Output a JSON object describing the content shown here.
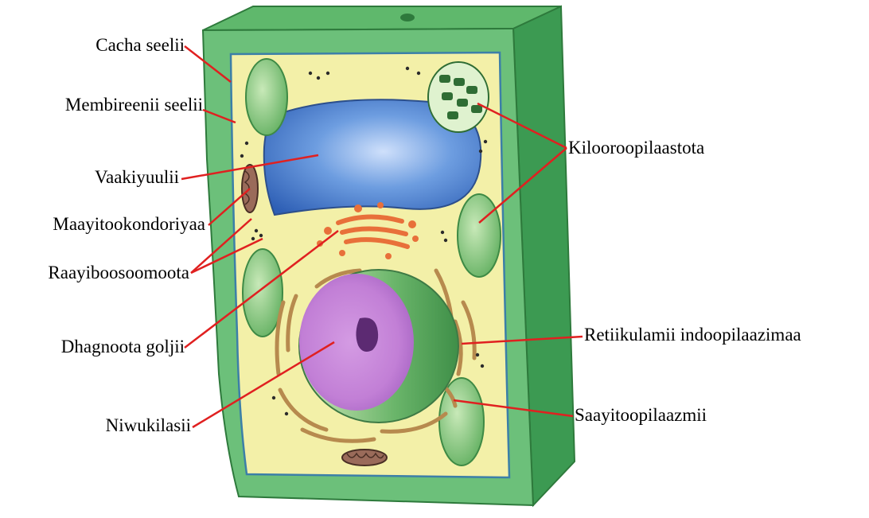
{
  "labels": {
    "cell_wall": "Cacha seelii",
    "cell_membrane": "Membireenii seelii",
    "vacuole": "Vaakiyuulii",
    "mitochondria": "Maayitookondoriyaa",
    "ribosomes": "Raayiboosoomoota",
    "golgi": "Dhagnoota goljii",
    "nucleus": "Niwukilasii",
    "chloroplasts": "Kilooroopilaastota",
    "endoplasmic_reticulum": "Retiikulamii indoopilaazimaa",
    "cytoplasm": "Saayitoopilaazmii"
  },
  "colors": {
    "leader_line": "#e02020",
    "wall_light": "#5fb86c",
    "wall_dark": "#3c9a52",
    "cytoplasm": "#f3f0a8",
    "vacuole": "#5a8fd8",
    "nucleus": "#c98ad8",
    "chloroplast": "#7cc47a",
    "golgi": "#e8703a",
    "er": "#b78a4e"
  }
}
